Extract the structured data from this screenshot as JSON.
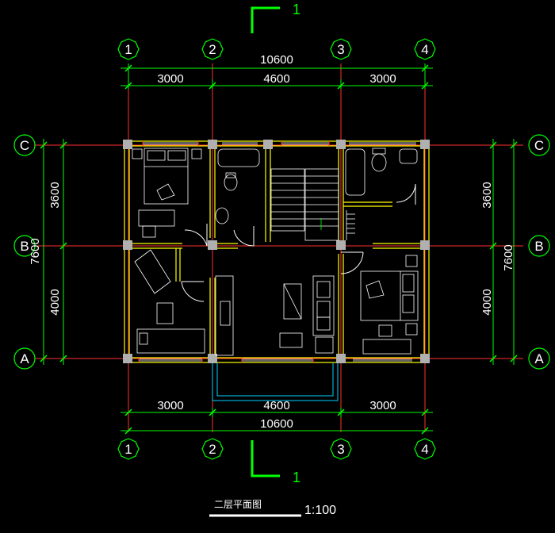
{
  "drawing": {
    "title": "二层平面图",
    "scale": "1:100",
    "section_mark": "1",
    "colors": {
      "background": "#000000",
      "grid_line": "#ff3030",
      "dimension": "#00ff00",
      "wall": "#ffff00",
      "furniture": "#ffffff",
      "column": "#b0b0b0",
      "balcony": "#00d0ff"
    }
  },
  "axes": {
    "vertical": [
      "1",
      "2",
      "3",
      "4"
    ],
    "horizontal": [
      "A",
      "B",
      "C"
    ]
  },
  "dimensions": {
    "top_total": "10600",
    "top_segments": [
      "3000",
      "4600",
      "3000"
    ],
    "bottom_total": "10600",
    "bottom_segments": [
      "3000",
      "4600",
      "3000"
    ],
    "left_total": "7600",
    "left_segments": [
      "3600",
      "4000"
    ],
    "right_total": "7600",
    "right_segments": [
      "3600",
      "4000"
    ]
  }
}
